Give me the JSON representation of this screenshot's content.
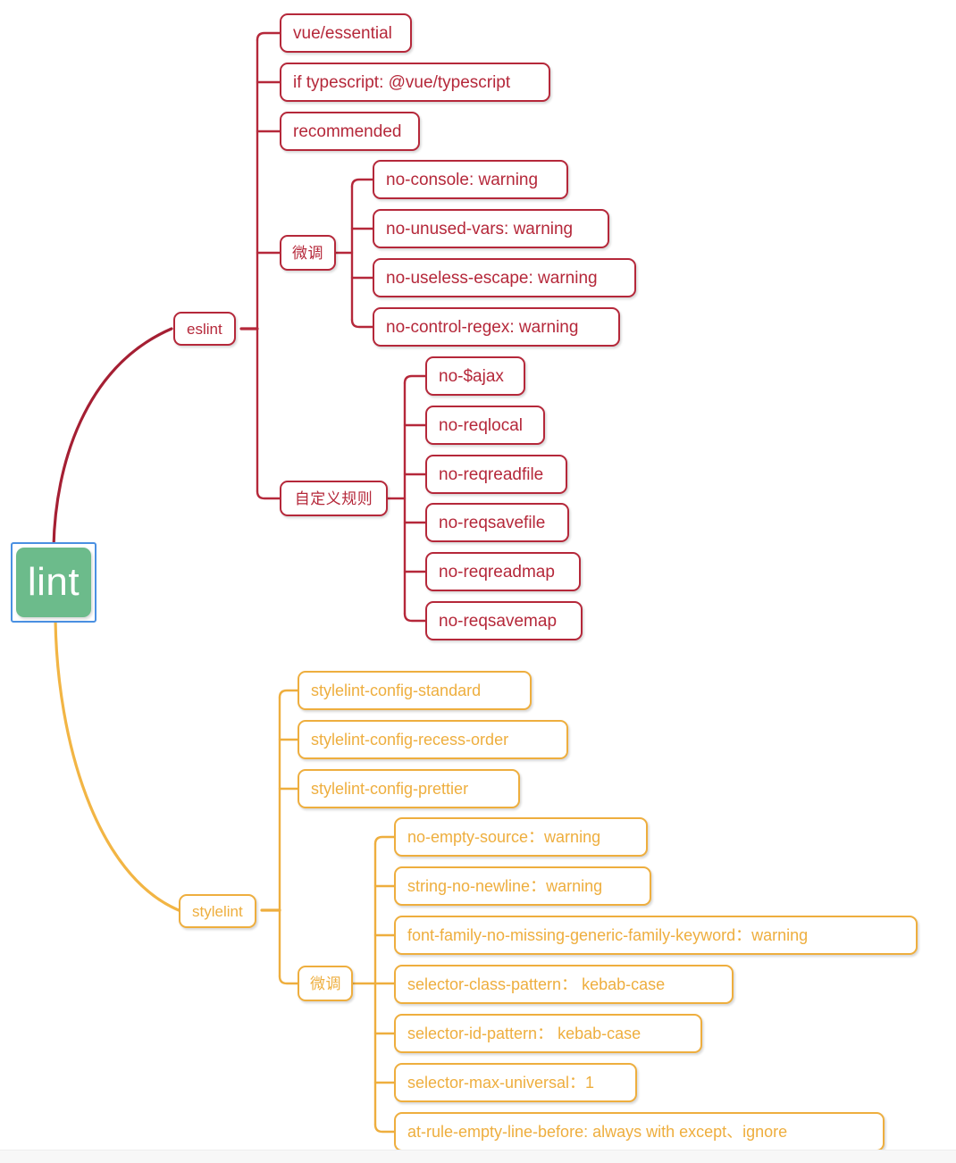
{
  "diagram": {
    "type": "mind-map",
    "title": "lint",
    "colors": {
      "root_fill": "#6cbb8b",
      "root_text": "#ffffff",
      "root_selection_border": "#4a90e2",
      "eslint_branch": "#b5283a",
      "stylelint_branch": "#eeae3e",
      "node_fill": "#ffffff",
      "background": "#ffffff"
    }
  },
  "root": {
    "label": "lint",
    "selected": true
  },
  "branches": [
    {
      "id": "eslint",
      "label": "eslint",
      "color": "#b5283a",
      "children": [
        {
          "label": "vue/essential"
        },
        {
          "label": "if typescript: @vue/typescript"
        },
        {
          "label": "recommended"
        },
        {
          "label": "微调",
          "children": [
            {
              "label": "no-console: warning"
            },
            {
              "label": "no-unused-vars: warning"
            },
            {
              "label": "no-useless-escape: warning"
            },
            {
              "label": "no-control-regex: warning"
            }
          ]
        },
        {
          "label": "自定义规则",
          "children": [
            {
              "label": "no-$ajax"
            },
            {
              "label": "no-reqlocal"
            },
            {
              "label": "no-reqreadfile"
            },
            {
              "label": "no-reqsavefile"
            },
            {
              "label": "no-reqreadmap"
            },
            {
              "label": "no-reqsavemap"
            }
          ]
        }
      ]
    },
    {
      "id": "stylelint",
      "label": "stylelint",
      "color": "#eeae3e",
      "children": [
        {
          "label": "stylelint-config-standard"
        },
        {
          "label": "stylelint-config-recess-order"
        },
        {
          "label": "stylelint-config-prettier"
        },
        {
          "label": "微调",
          "children": [
            {
              "label": "no-empty-source：warning"
            },
            {
              "label": "string-no-newline：warning"
            },
            {
              "label": "font-family-no-missing-generic-family-keyword：warning"
            },
            {
              "label": "selector-class-pattern： kebab-case"
            },
            {
              "label": "selector-id-pattern： kebab-case"
            },
            {
              "label": "selector-max-universal：1"
            },
            {
              "label": "at-rule-empty-line-before: always with except、ignore"
            }
          ]
        }
      ]
    }
  ]
}
